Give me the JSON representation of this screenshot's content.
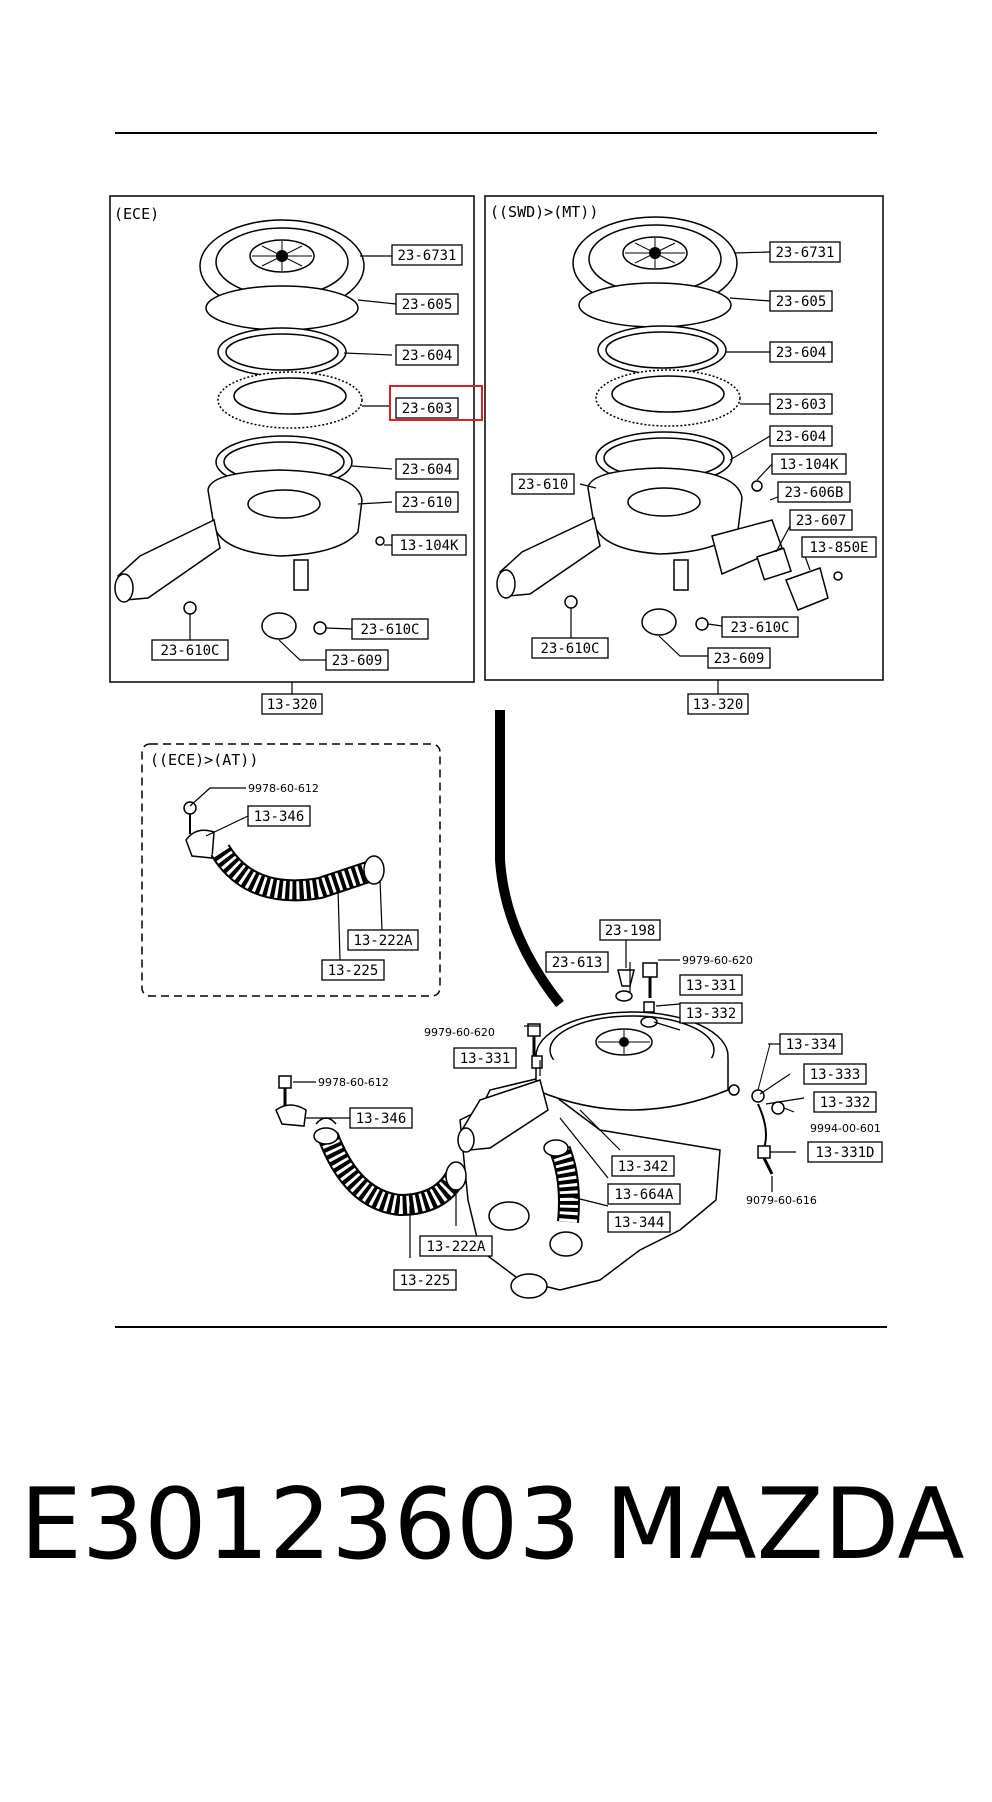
{
  "footer": {
    "part_number": "E30123603",
    "brand": "MAZDA"
  },
  "highlight_color": "#e02020",
  "highlighted_part": "23-603",
  "panel_ece": {
    "section": "(ECE)",
    "parts": {
      "p6731": "23-6731",
      "p605": "23-605",
      "p604a": "23-604",
      "p603": "23-603",
      "p604b": "23-604",
      "p610": "23-610",
      "p104k": "13-104K",
      "p610c_left": "23-610C",
      "p610c_right": "23-610C",
      "p609": "23-609"
    },
    "assembly": "13-320"
  },
  "panel_swd": {
    "section": "((SWD)>(MT))",
    "parts": {
      "p6731": "23-6731",
      "p605": "23-605",
      "p604a": "23-604",
      "p603": "23-603",
      "p604b": "23-604",
      "p104k": "13-104K",
      "p610": "23-610",
      "p606b": "23-606B",
      "p607": "23-607",
      "p850e": "13-850E",
      "p610c_left": "23-610C",
      "p610c_right": "23-610C",
      "p609": "23-609"
    },
    "assembly": "13-320"
  },
  "panel_at": {
    "section": "((ECE)>(AT))",
    "bolt": "9978-60-612",
    "parts": {
      "p346": "13-346",
      "p222a": "13-222A",
      "p225": "13-225"
    }
  },
  "engine_view": {
    "parts": {
      "p198": "23-198",
      "p613": "23-613",
      "bolt_top": "9979-60-620",
      "p331a": "13-331",
      "p332a": "13-332",
      "bolt_left": "9979-60-620",
      "p331b": "13-331",
      "p334": "13-334",
      "p333": "13-333",
      "p332b": "13-332",
      "nut_right": "9994-00-601",
      "p331d": "13-331D",
      "bolt_bottom": "9079-60-616",
      "bolt_clamp": "9978-60-612",
      "p346": "13-346",
      "p342": "13-342",
      "p664a": "13-664A",
      "p344": "13-344",
      "p222a": "13-222A",
      "p225": "13-225"
    }
  }
}
